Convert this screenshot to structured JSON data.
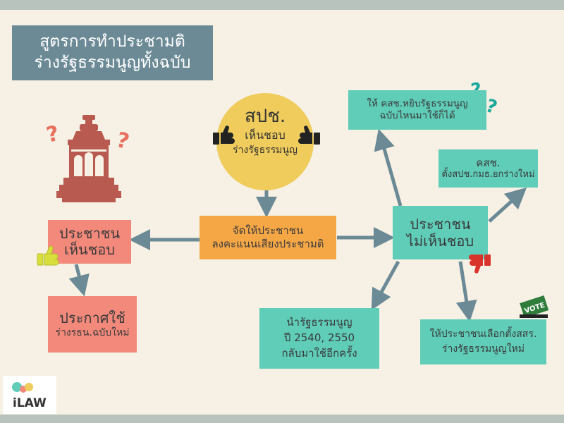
{
  "title": {
    "line1": "สูตรการทำประชามติ",
    "line2": "ร่างรัฐธรรมนูญทั้งฉบับ"
  },
  "spc": {
    "line1": "สปช.",
    "line2": "เห็นชอบ",
    "line3": "ร่างรัฐธรรมนูญ"
  },
  "referendum": {
    "line1": "จัดให้ประชาชน",
    "line2": "ลงคะแนนเสียงประชามติ"
  },
  "approve": {
    "line1": "ประชาชน",
    "line2": "เห็นชอบ"
  },
  "promulgate": {
    "line1": "ประกาศใช้",
    "line2": "ร่างรธน.ฉบับใหม่"
  },
  "reject": {
    "line1": "ประชาชน",
    "line2": "ไม่เห็นชอบ"
  },
  "option_ncpo": {
    "line1": "ให้ คสช.หยิบรัฐธรรมนูญ",
    "line2": "ฉบับไหนมาใช้ก็ได้"
  },
  "option_new_assembly": {
    "line1": "คสช.",
    "line2": "ตั้งสปช.กมธ.ยกร่างใหม่"
  },
  "option_old_charter": {
    "line1": "นำรัฐธรรมนูญ",
    "line2": "ปี 2540, 2550",
    "line3": "กลับมาใช้อีกครั้ง"
  },
  "option_election": {
    "line1": "ให้ประชาชนเลือกตั้งสสร.",
    "line2": "ร่างรัฐธรรมนูญใหม่"
  },
  "vote_label": "VOTE",
  "logo": {
    "text": "iLAW"
  },
  "colors": {
    "background": "#f6f1e4",
    "title_box": "#6b8a96",
    "circle": "#f0cc5c",
    "salmon": "#f3897b",
    "teal": "#5fcdb8",
    "orange": "#f5a746",
    "arrow": "#6b8a96",
    "question_red": "#e8705f",
    "question_teal": "#1aa79c",
    "monument": "#b85a4f",
    "thumb_up_yellow": "#d8df3c",
    "thumb_down_red": "#d9342b"
  }
}
